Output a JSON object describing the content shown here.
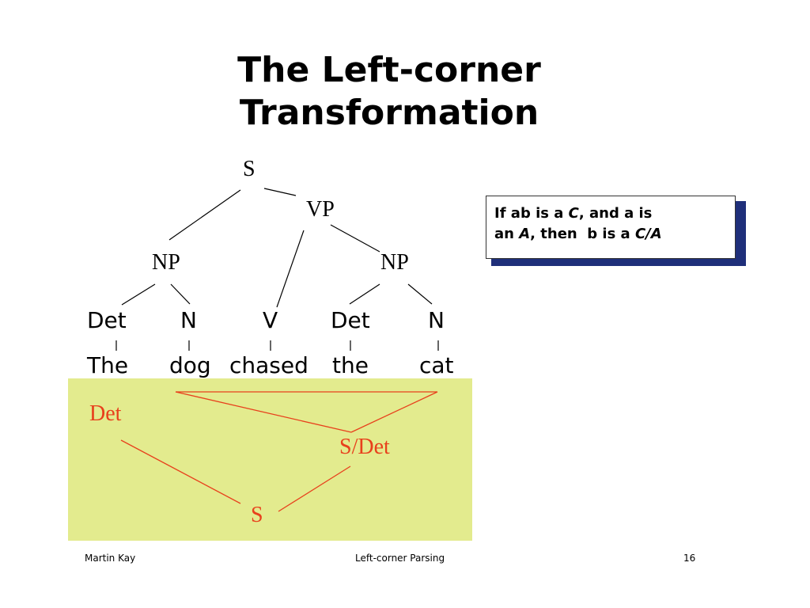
{
  "slide": {
    "title_line1": "The Left-corner",
    "title_line2": "Transformation"
  },
  "tree": {
    "nodes": {
      "s": "S",
      "vp": "VP",
      "np1": "NP",
      "np2": "NP",
      "det1": "Det",
      "n1": "N",
      "v": "V",
      "det2": "Det",
      "n2": "N"
    },
    "words": {
      "w1": "The",
      "w2": "dog",
      "w3": "chased",
      "w4": "the",
      "w5": "cat"
    }
  },
  "transformed": {
    "det": "Det",
    "s_slash_det": "S/Det",
    "s": "S"
  },
  "rule_box": {
    "line1_pre": "If ab is a ",
    "line1_c": "C",
    "line1_post": ", and a is",
    "line2_pre": "an ",
    "line2_a": "A",
    "line2_mid": ", then  b is a ",
    "line2_ca": "C/A"
  },
  "footer": {
    "author": "Martin Kay",
    "topic": "Left-corner Parsing",
    "page": "16"
  },
  "colors": {
    "highlight": "#e3eb8e",
    "red_lines": "#e8401c",
    "box_shadow": "#1f2f7a"
  }
}
